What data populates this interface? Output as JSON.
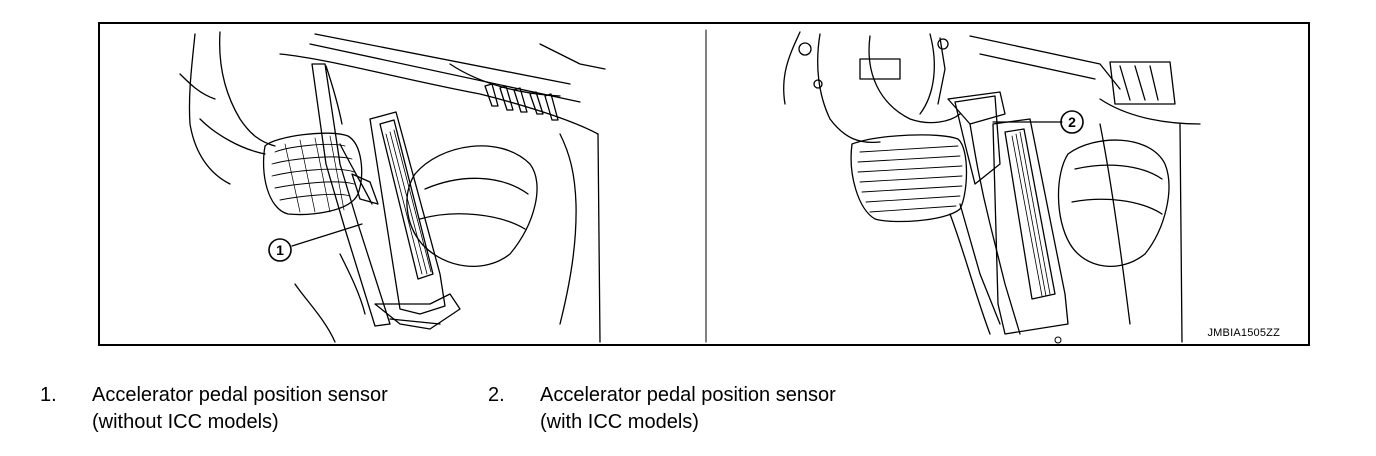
{
  "figure": {
    "code": "JMBIA1505ZZ",
    "callouts": [
      "1",
      "2"
    ]
  },
  "legend": [
    {
      "number": "1.",
      "line1": "Accelerator pedal position sensor",
      "line2": "(without ICC models)"
    },
    {
      "number": "2.",
      "line1": "Accelerator pedal position sensor",
      "line2": "(with ICC models)"
    }
  ]
}
